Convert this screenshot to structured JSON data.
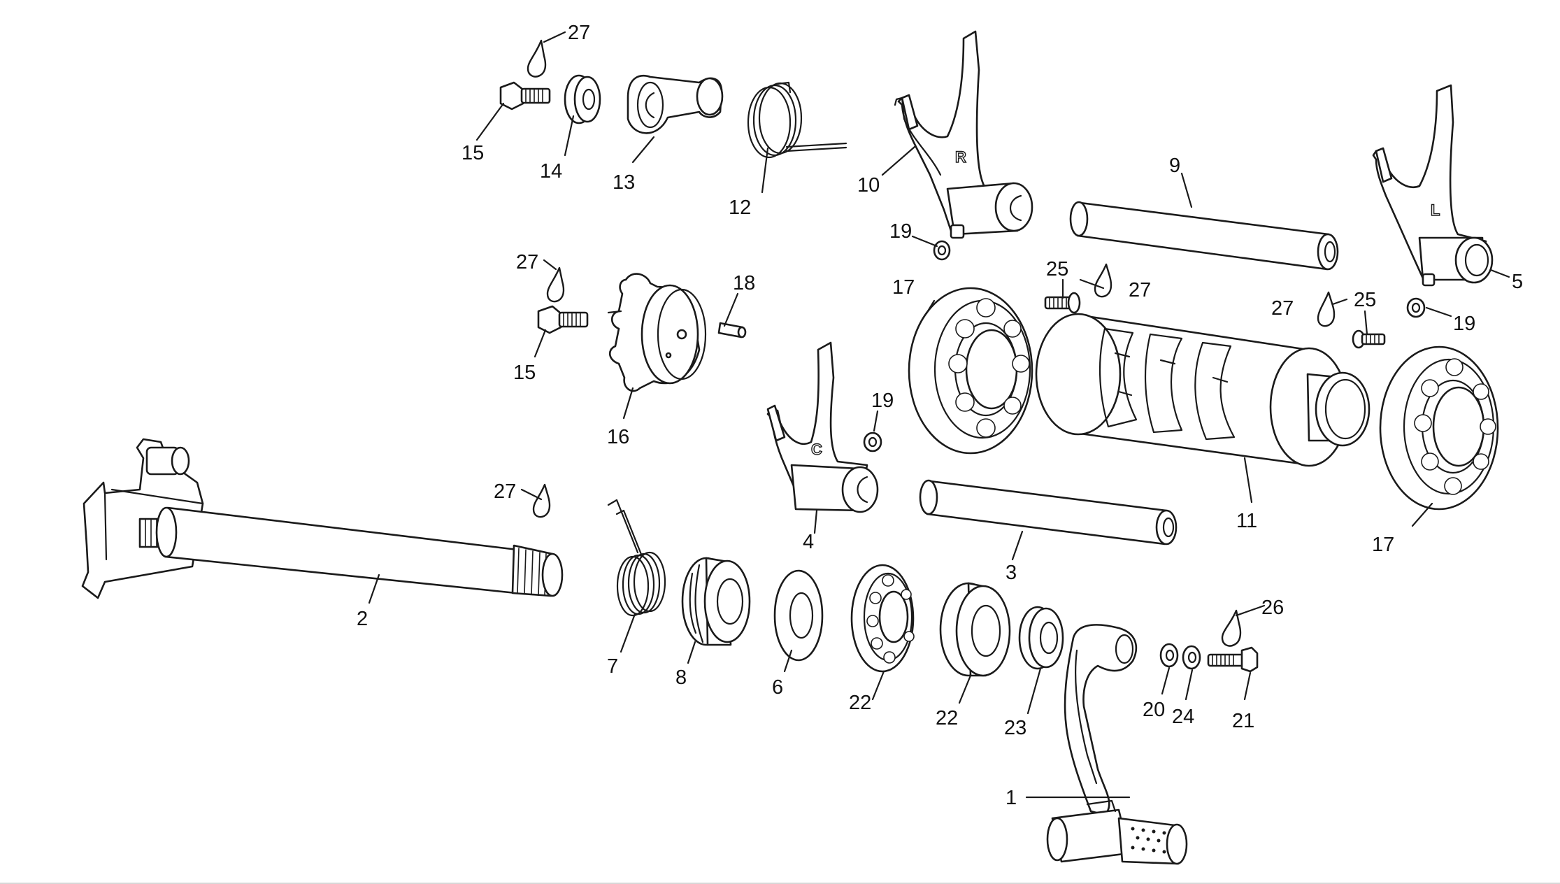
{
  "diagram": {
    "callouts": [
      {
        "id": "c1",
        "label": "1"
      },
      {
        "id": "c2",
        "label": "2"
      },
      {
        "id": "c3",
        "label": "3"
      },
      {
        "id": "c4",
        "label": "4"
      },
      {
        "id": "c5",
        "label": "5"
      },
      {
        "id": "c6",
        "label": "6"
      },
      {
        "id": "c7",
        "label": "7"
      },
      {
        "id": "c8",
        "label": "8"
      },
      {
        "id": "c9",
        "label": "9"
      },
      {
        "id": "c10",
        "label": "10"
      },
      {
        "id": "c11",
        "label": "11"
      },
      {
        "id": "c12",
        "label": "12"
      },
      {
        "id": "c13",
        "label": "13"
      },
      {
        "id": "c14",
        "label": "14"
      },
      {
        "id": "c15a",
        "label": "15"
      },
      {
        "id": "c15b",
        "label": "15"
      },
      {
        "id": "c16",
        "label": "16"
      },
      {
        "id": "c17a",
        "label": "17"
      },
      {
        "id": "c17b",
        "label": "17"
      },
      {
        "id": "c18",
        "label": "18"
      },
      {
        "id": "c19a",
        "label": "19"
      },
      {
        "id": "c19b",
        "label": "19"
      },
      {
        "id": "c19c",
        "label": "19"
      },
      {
        "id": "c20",
        "label": "20"
      },
      {
        "id": "c21",
        "label": "21"
      },
      {
        "id": "c22a",
        "label": "22"
      },
      {
        "id": "c22b",
        "label": "22"
      },
      {
        "id": "c23",
        "label": "23"
      },
      {
        "id": "c24",
        "label": "24"
      },
      {
        "id": "c25a",
        "label": "25"
      },
      {
        "id": "c25b",
        "label": "25"
      },
      {
        "id": "c26",
        "label": "26"
      },
      {
        "id": "c27a",
        "label": "27"
      },
      {
        "id": "c27b",
        "label": "27"
      },
      {
        "id": "c27c",
        "label": "27"
      },
      {
        "id": "c27d",
        "label": "27"
      },
      {
        "id": "c27e",
        "label": "27"
      }
    ],
    "fork_letters": {
      "right": "R",
      "left": "L",
      "center": "C"
    }
  }
}
